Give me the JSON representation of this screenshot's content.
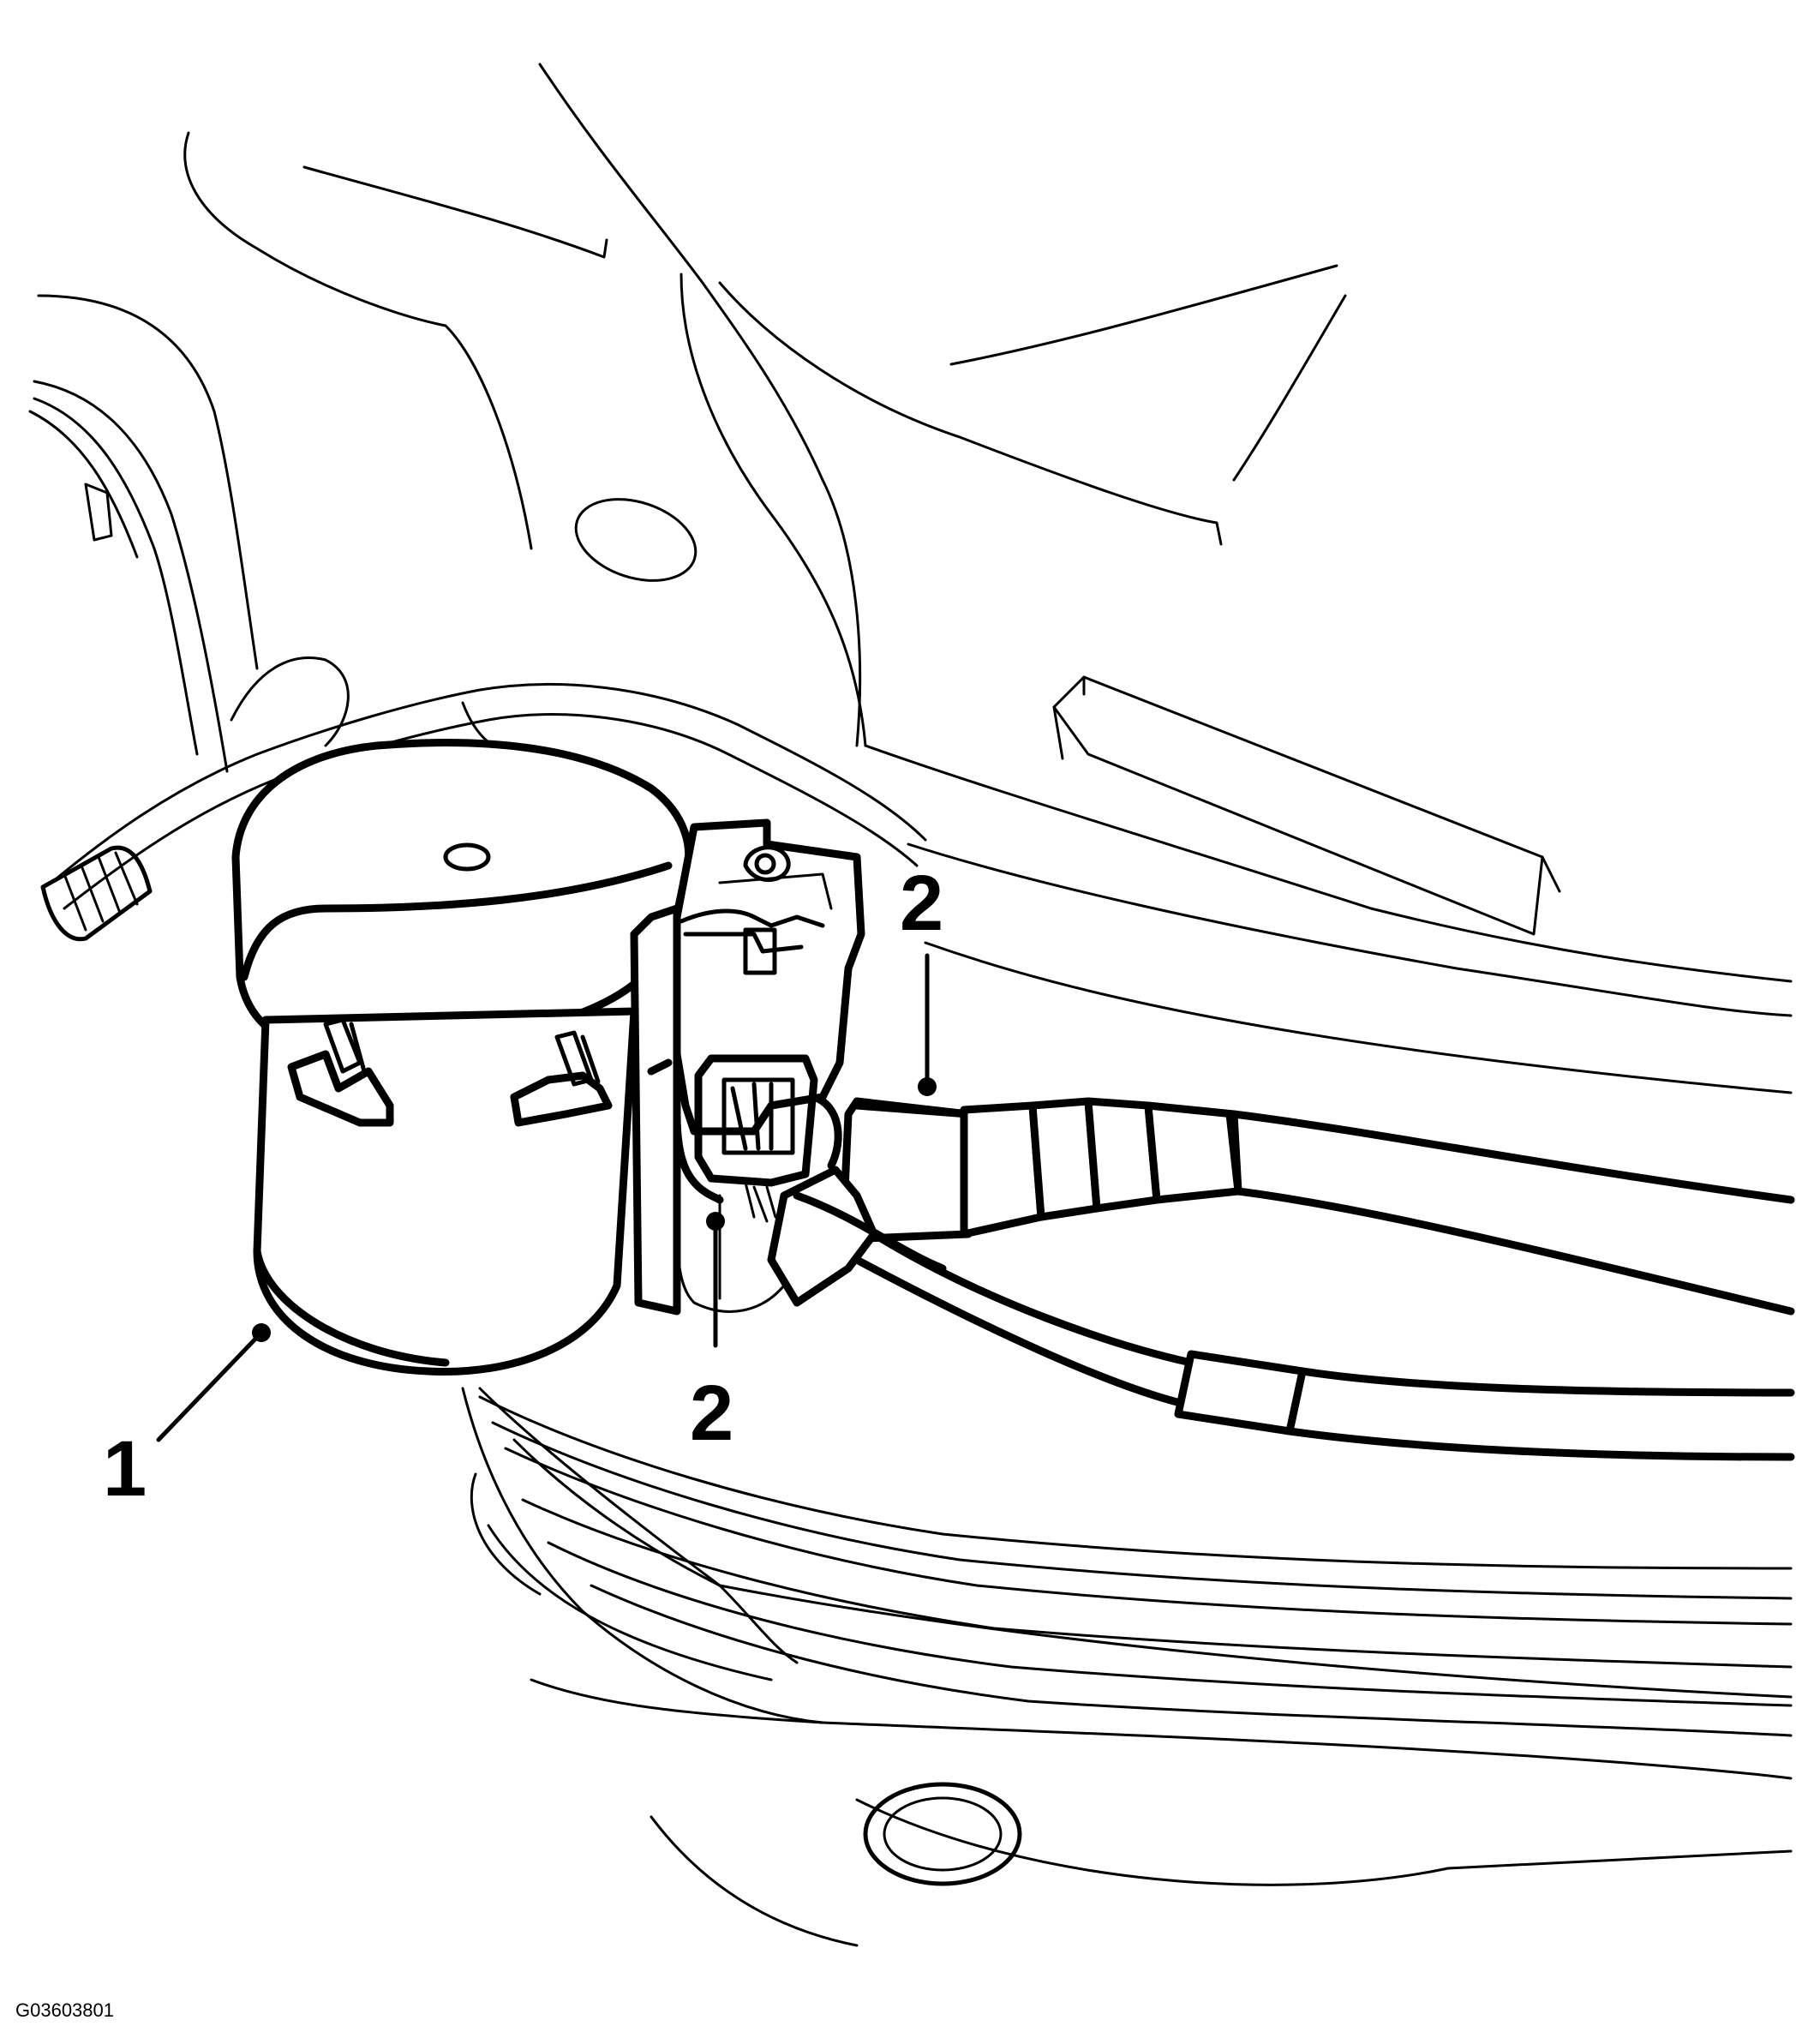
{
  "figure": {
    "id_label": "G03603801"
  },
  "callouts": [
    {
      "label": "1"
    },
    {
      "label": "2"
    },
    {
      "label": "2"
    }
  ]
}
